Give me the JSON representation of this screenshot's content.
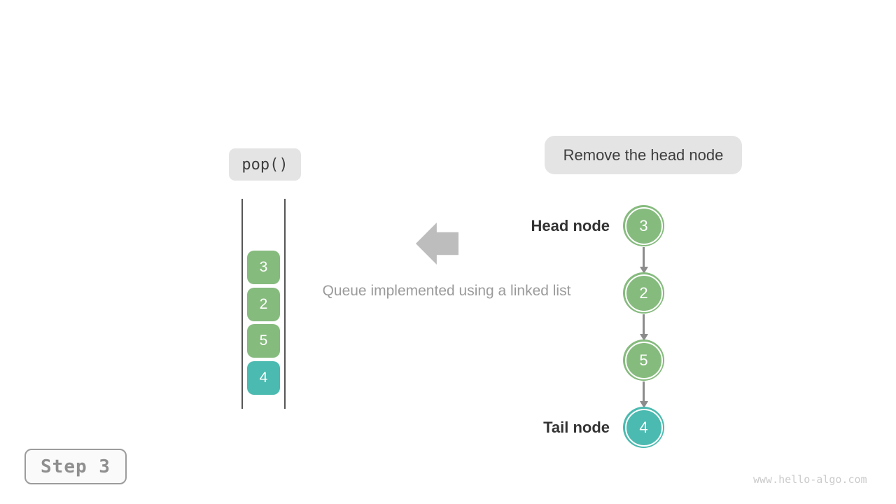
{
  "operation": {
    "label": "pop()"
  },
  "annotation": {
    "label": "Remove the head node"
  },
  "queue_array": {
    "items": [
      {
        "value": "3",
        "color": "green"
      },
      {
        "value": "2",
        "color": "green"
      },
      {
        "value": "5",
        "color": "green"
      },
      {
        "value": "4",
        "color": "teal"
      }
    ]
  },
  "caption": "Queue implemented using a linked list",
  "linked_list": {
    "head_label": "Head node",
    "tail_label": "Tail node",
    "nodes": [
      {
        "value": "3",
        "color": "green"
      },
      {
        "value": "2",
        "color": "green"
      },
      {
        "value": "5",
        "color": "green"
      },
      {
        "value": "4",
        "color": "teal"
      }
    ]
  },
  "step_indicator": {
    "label": "Step 3"
  },
  "watermark": "www.hello-algo.com",
  "colors": {
    "node_green": "#86BB7E",
    "node_teal": "#4BBAB0",
    "pill_background": "#E4E4E4",
    "big_arrow_gray": "#BDBDBD",
    "connector_gray": "#8C8C8C",
    "label_dark": "#333333",
    "caption_gray": "#9B9B9B"
  }
}
